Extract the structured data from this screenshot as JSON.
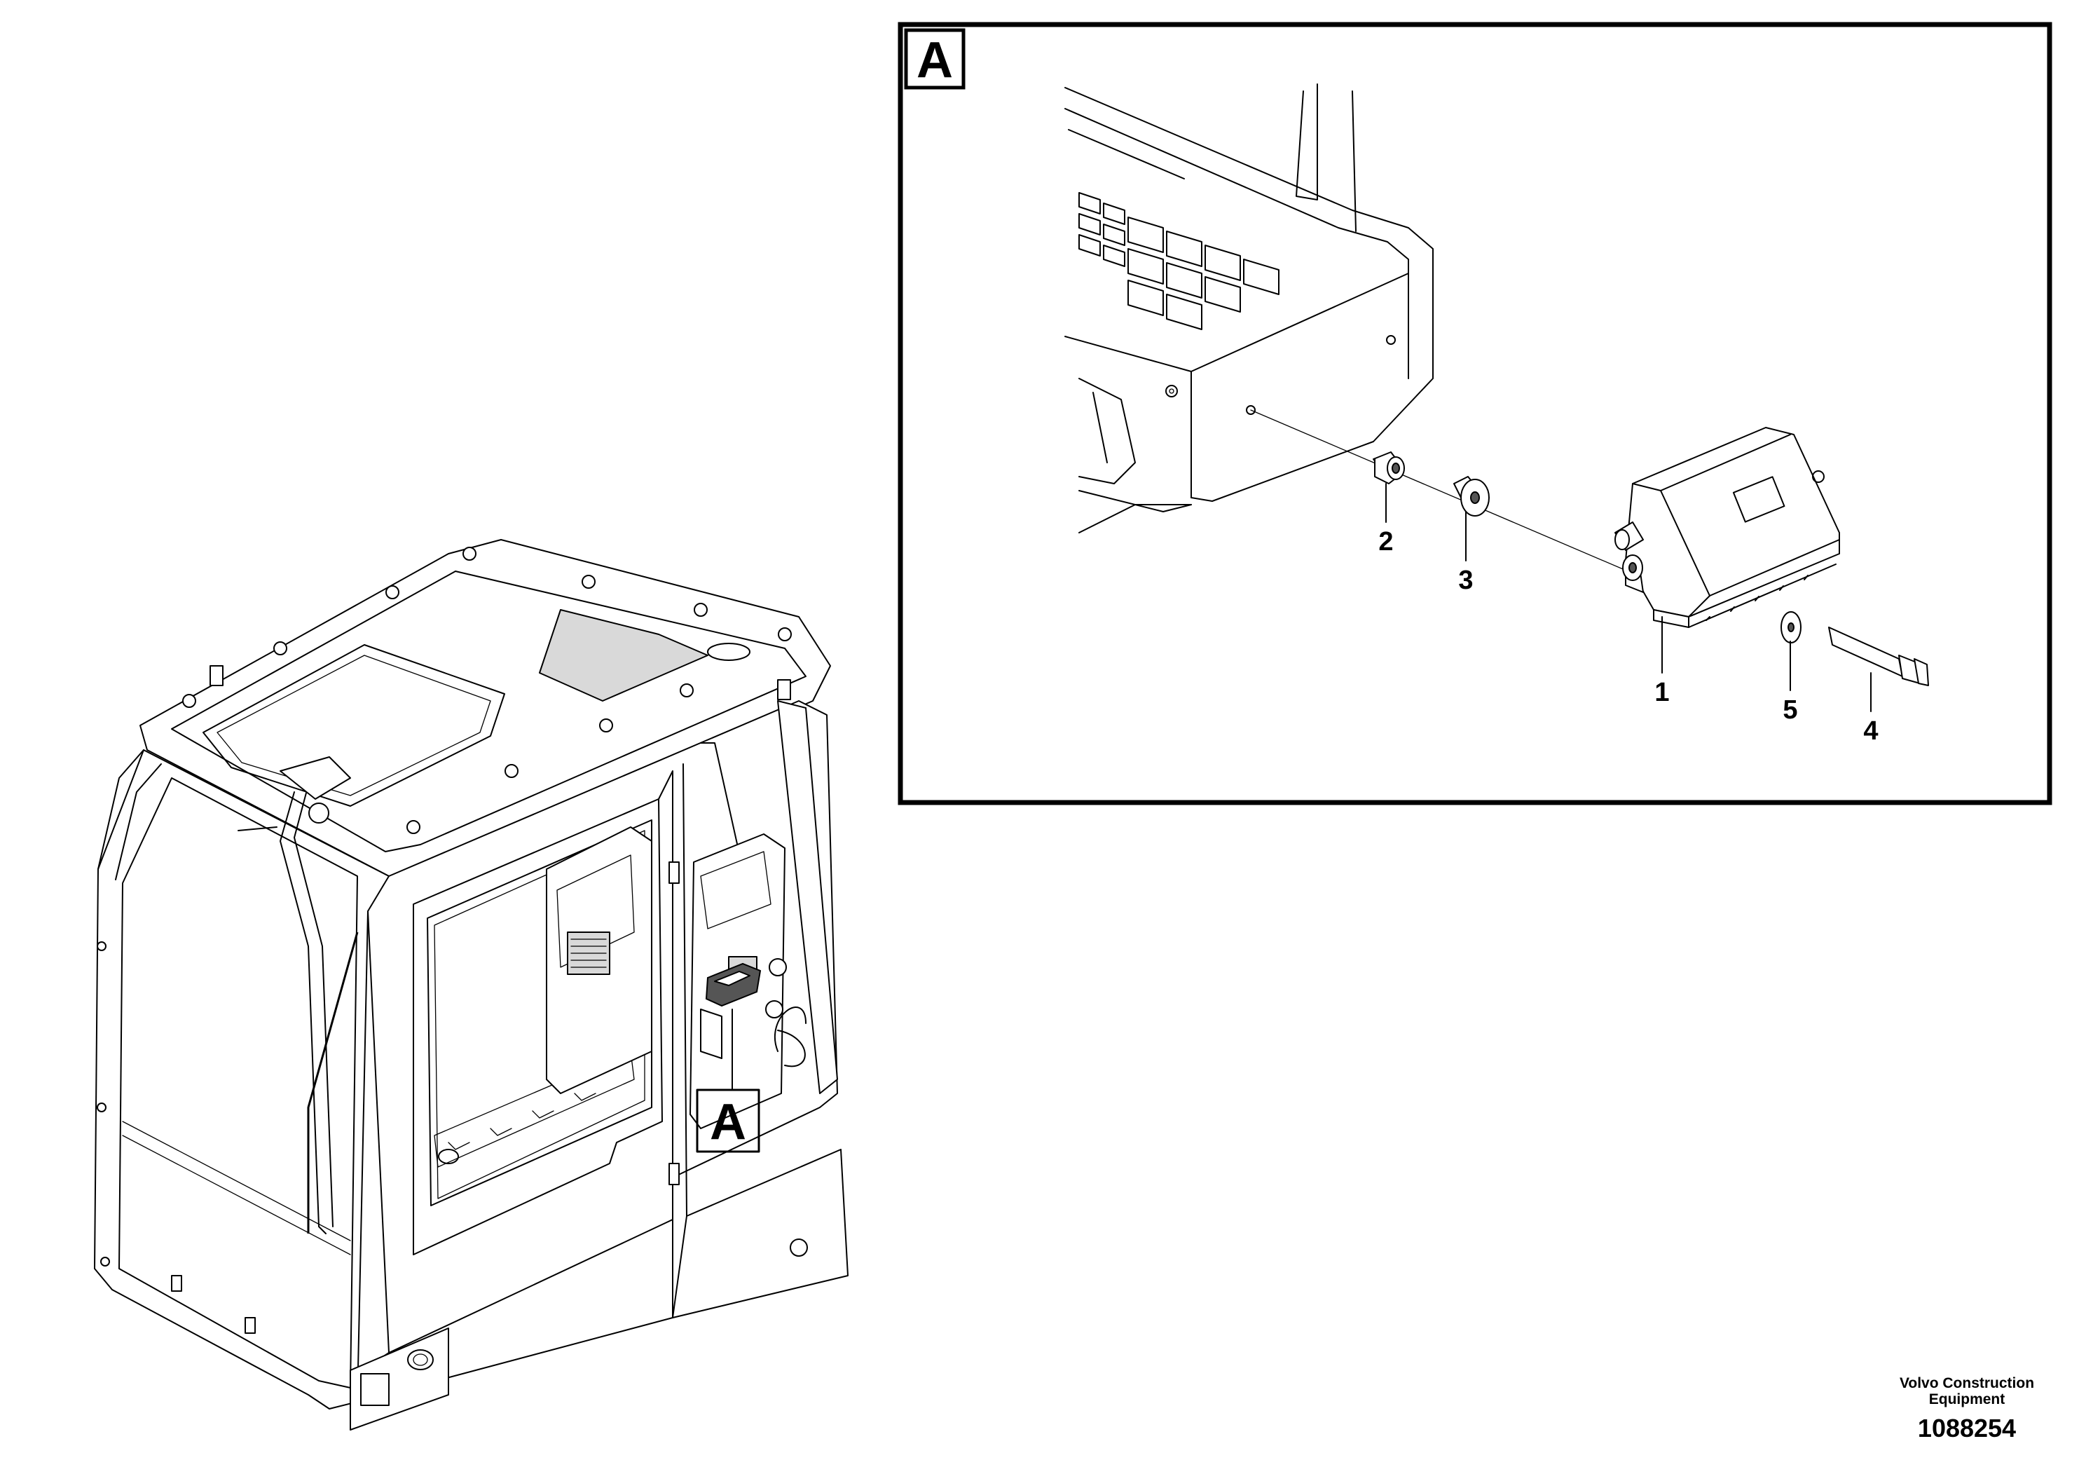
{
  "view_tag": "A",
  "callouts": [
    {
      "id": "1",
      "label": "1"
    },
    {
      "id": "2",
      "label": "2"
    },
    {
      "id": "3",
      "label": "3"
    },
    {
      "id": "4",
      "label": "4"
    },
    {
      "id": "5",
      "label": "5"
    }
  ],
  "credit": {
    "line1": "Volvo Construction",
    "line2": "Equipment"
  },
  "document_number": "1088254",
  "colors": {
    "ink": "#000000",
    "paper": "#ffffff"
  }
}
